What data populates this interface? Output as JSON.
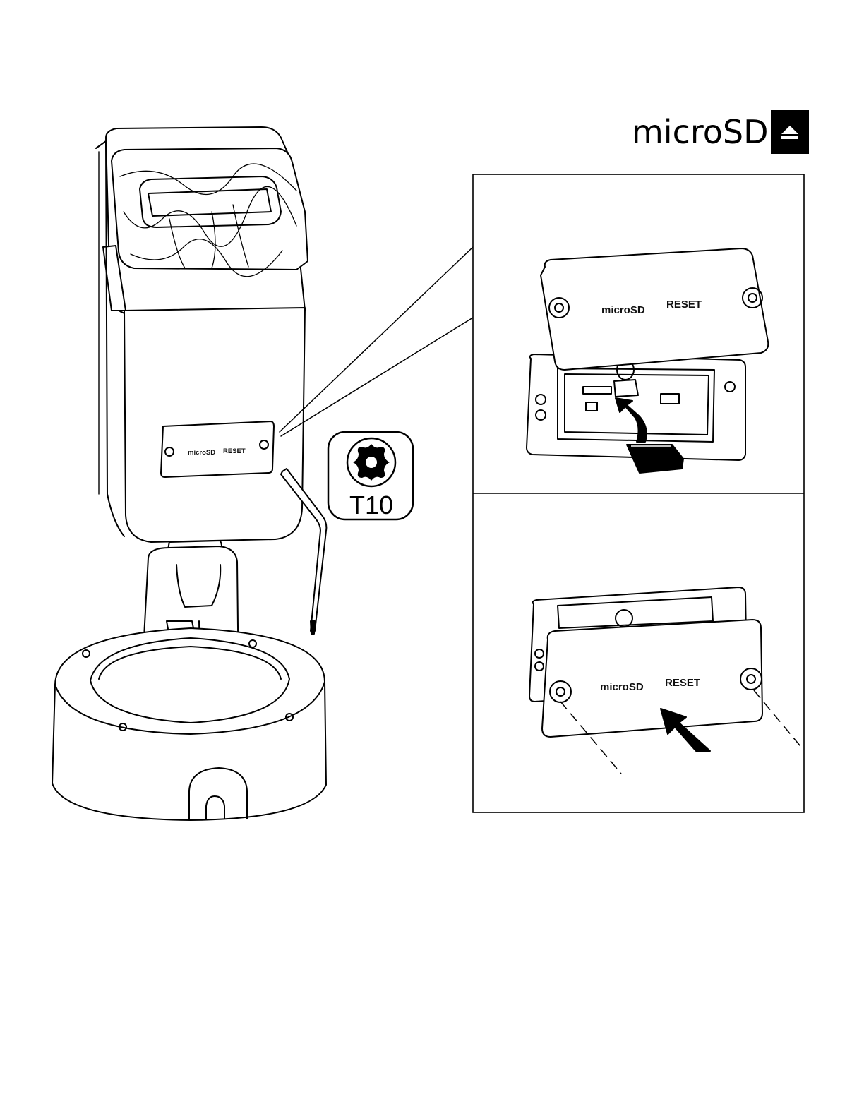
{
  "header": {
    "title": "microSD",
    "icon": "eject-triangle-icon"
  },
  "camera": {
    "cover_label_left": "microSD",
    "cover_label_right": "RESET"
  },
  "torx_badge": {
    "icon": "torx-star-icon",
    "size_label": "T10"
  },
  "panel_top": {
    "cover_label_left": "microSD",
    "cover_label_right": "RESET"
  },
  "panel_bottom": {
    "cover_label_left": "microSD",
    "cover_label_right": "RESET"
  }
}
